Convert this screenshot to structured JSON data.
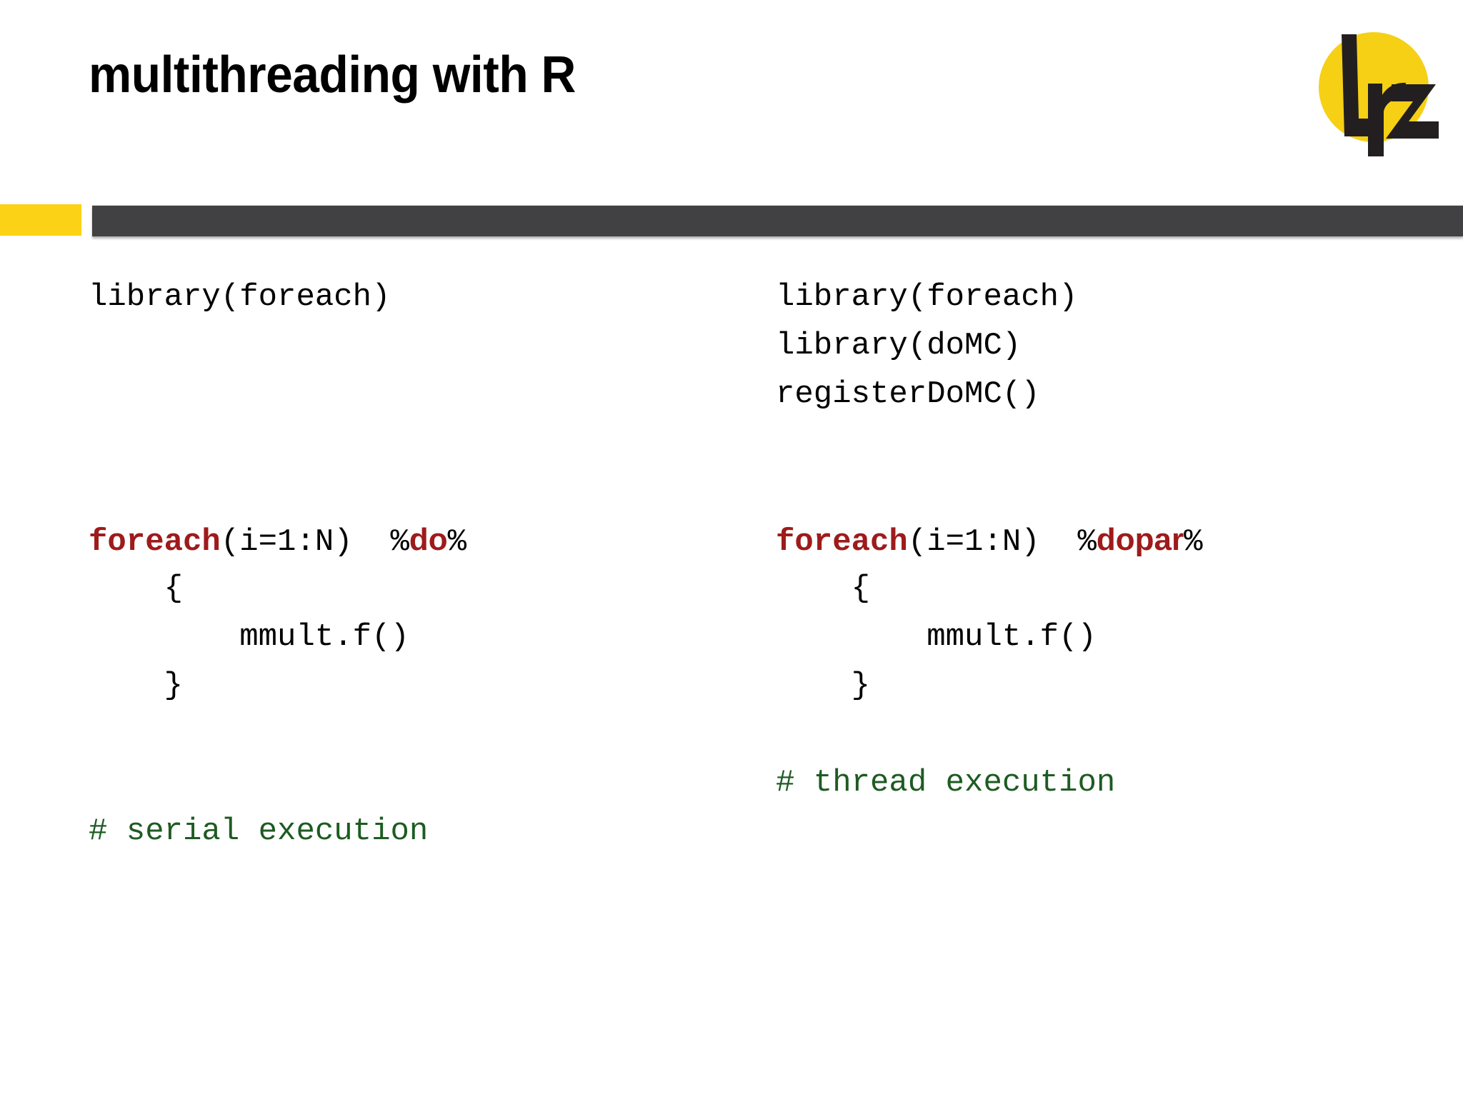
{
  "slide": {
    "title": "multithreading with R",
    "background_color": "#FFFFFF",
    "accent_yellow": "#FBD215",
    "accent_dark": "#414042",
    "keyword_color": "#9E1B1B",
    "comment_color": "#1E5B22"
  },
  "logo": {
    "name": "lrz-logo",
    "wordmark": "lrz",
    "circle_color": "#F5D015",
    "letter_color": "#231F20"
  },
  "left_code": {
    "title": "serial-example",
    "lines": [
      {
        "type": "plain",
        "text": "library(foreach)"
      },
      {
        "type": "blank",
        "text": " "
      },
      {
        "type": "blank",
        "text": " "
      },
      {
        "type": "blank",
        "text": " "
      },
      {
        "type": "blank",
        "text": " "
      },
      {
        "type": "foreach",
        "keyword": "foreach",
        "args": "(i=1:N)  ",
        "pct_open": "%",
        "op": "do",
        "pct_close": "%"
      },
      {
        "type": "plain",
        "text": "    {"
      },
      {
        "type": "plain",
        "text": "        mmult.f()"
      },
      {
        "type": "plain",
        "text": "    }"
      },
      {
        "type": "blank",
        "text": " "
      },
      {
        "type": "blank",
        "text": " "
      },
      {
        "type": "comment",
        "text": "# serial execution"
      }
    ]
  },
  "right_code": {
    "title": "parallel-example",
    "lines": [
      {
        "type": "plain",
        "text": "library(foreach)"
      },
      {
        "type": "plain",
        "text": "library(doMC)"
      },
      {
        "type": "plain",
        "text": "registerDoMC()"
      },
      {
        "type": "blank",
        "text": " "
      },
      {
        "type": "blank",
        "text": " "
      },
      {
        "type": "foreach",
        "keyword": "foreach",
        "args": "(i=1:N)  ",
        "pct_open": "%",
        "op": "dopar",
        "pct_close": "%"
      },
      {
        "type": "plain",
        "text": "    {"
      },
      {
        "type": "plain",
        "text": "        mmult.f()"
      },
      {
        "type": "plain",
        "text": "    }"
      },
      {
        "type": "blank",
        "text": " "
      },
      {
        "type": "comment",
        "text": "# thread execution"
      }
    ]
  }
}
